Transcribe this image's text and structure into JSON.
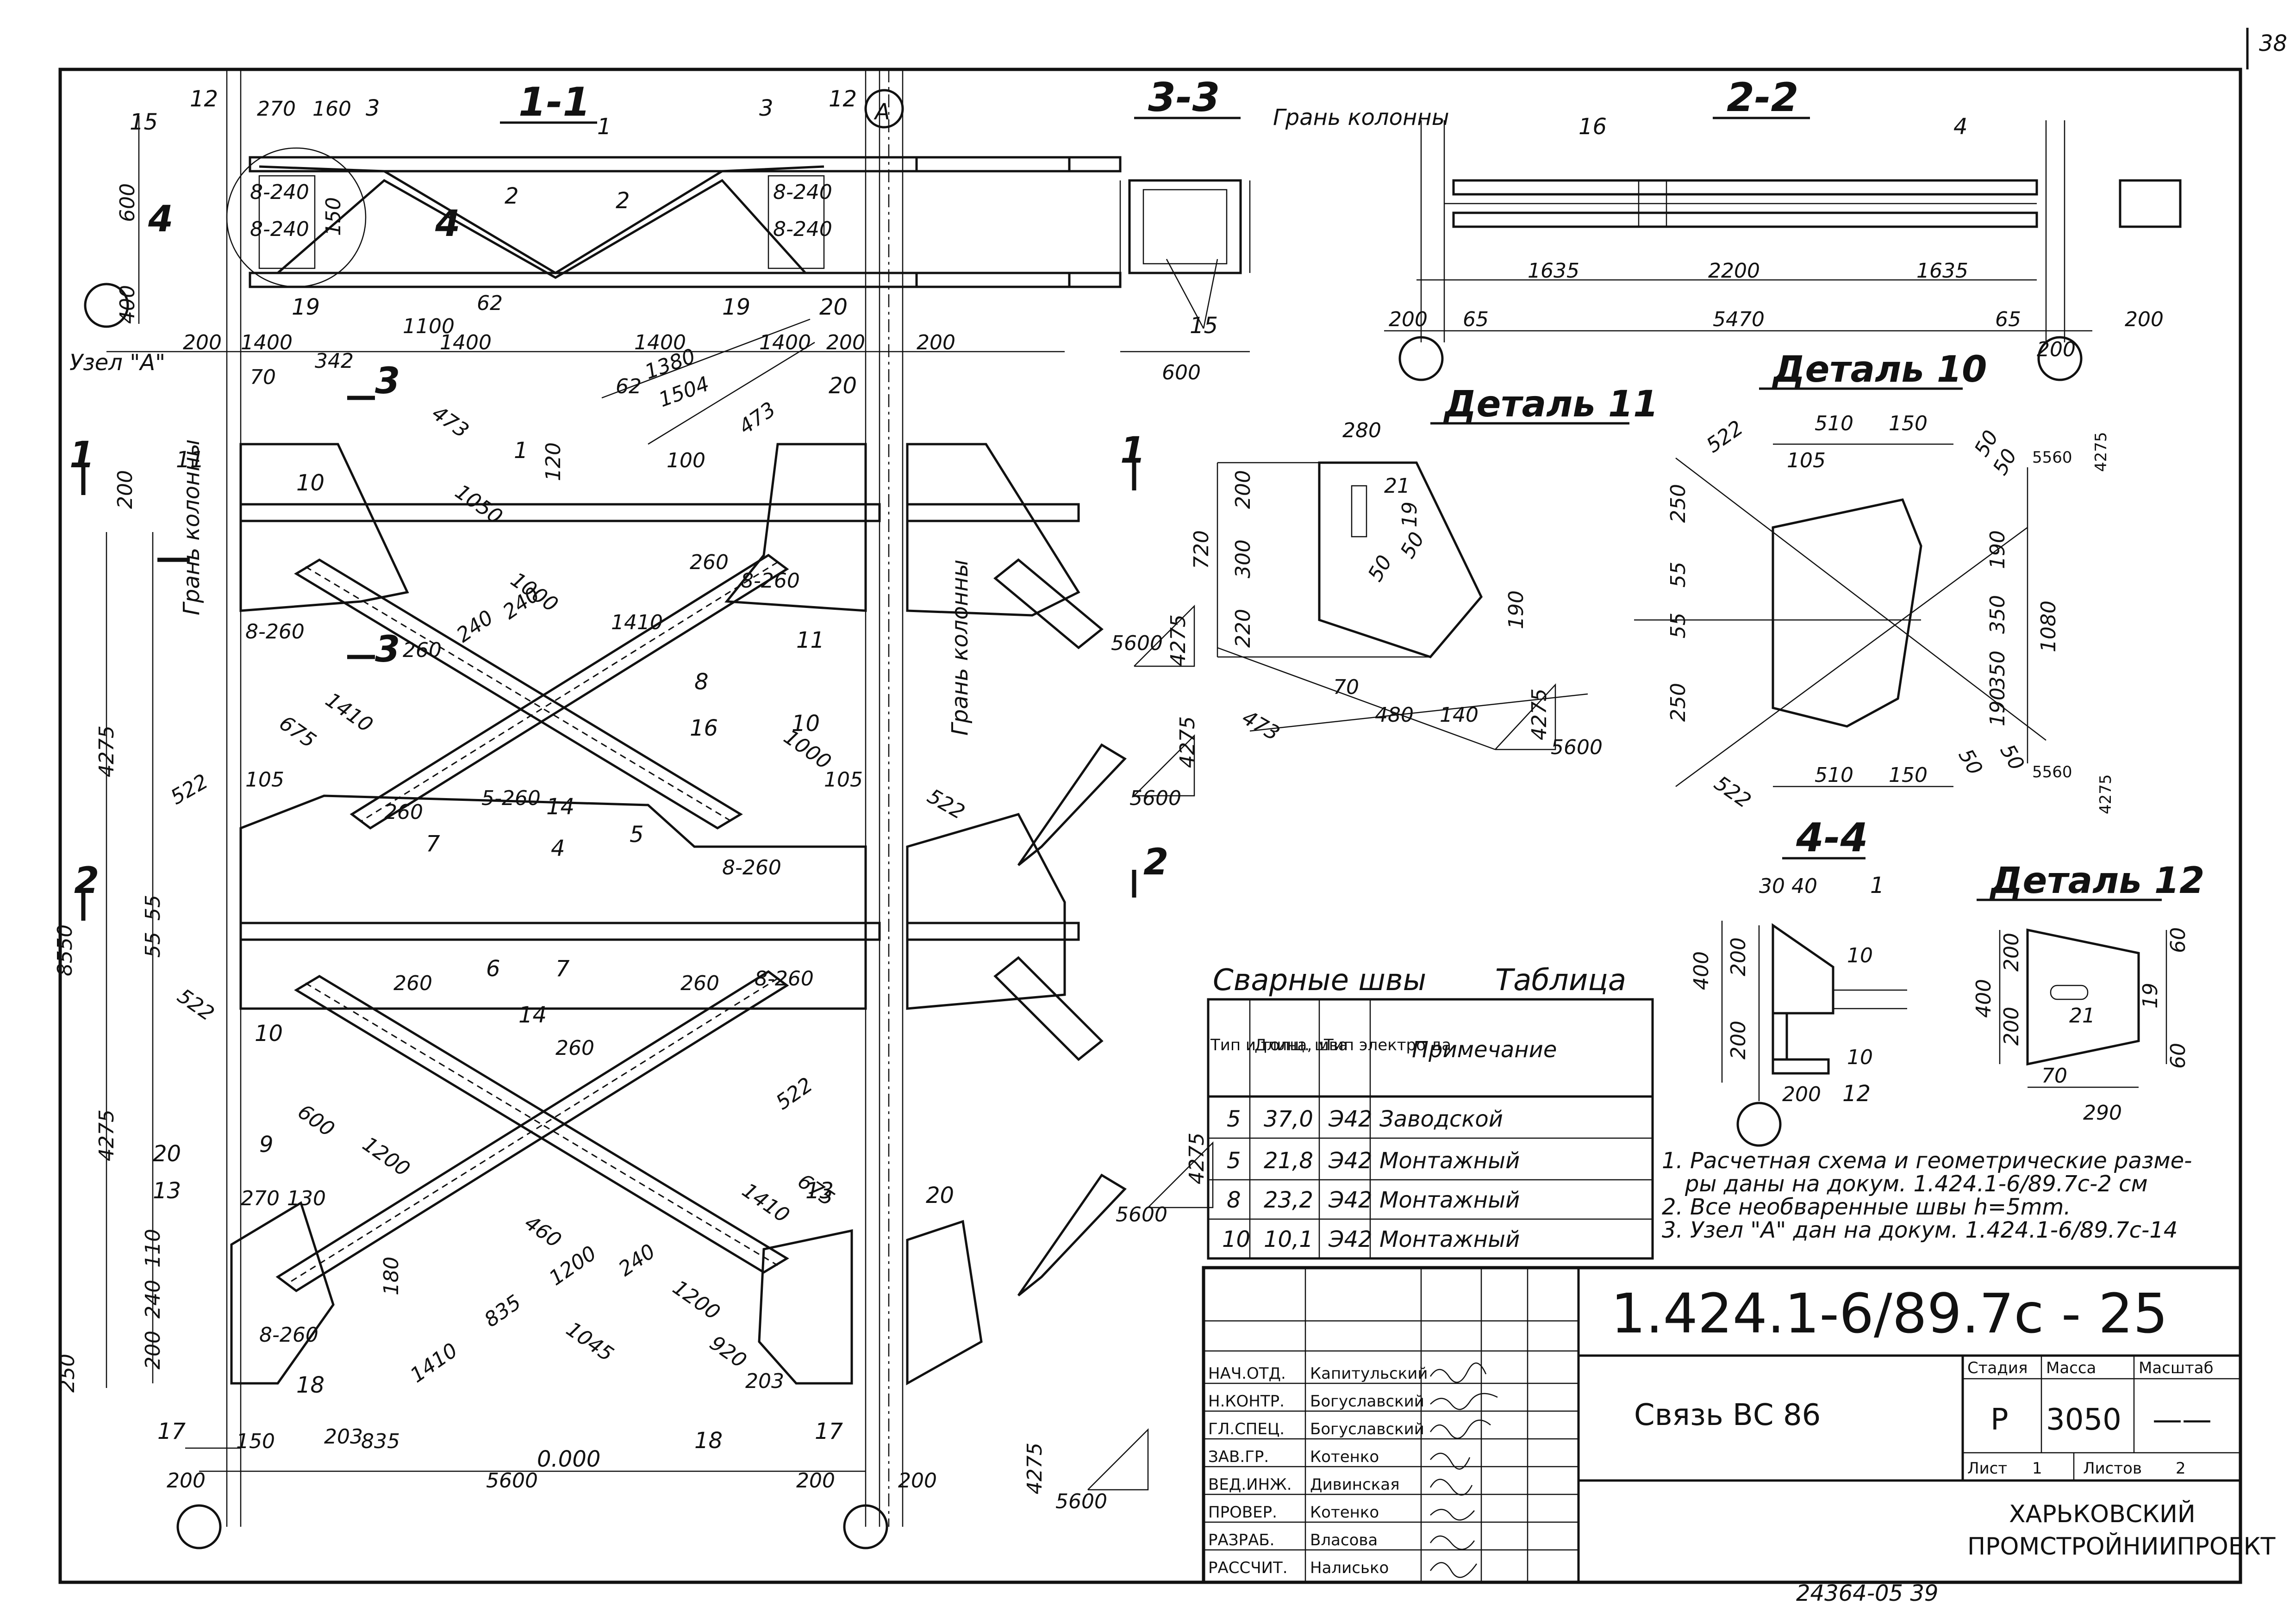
{
  "sheet_number_corner": "38",
  "footer_number": "24364-05  39",
  "views": {
    "section_1_1": "1-1",
    "section_2_2": "2-2",
    "section_3_3": "3-3",
    "section_4_4": "4-4",
    "detail_10": "Деталь 10",
    "detail_11": "Деталь 11",
    "detail_12": "Деталь 12",
    "axis_letter": "А",
    "node_label": "Узел \"А\"",
    "column_face": "Грань колонны",
    "elevation_zero": "0.000"
  },
  "marks": {
    "cut_1": "1",
    "cut_2": "2",
    "cut_3": "3",
    "cut_4": "4",
    "m1": "1",
    "m2": "2",
    "m3": "3",
    "m4": "4",
    "m5": "5",
    "m6": "6",
    "m7": "7",
    "m8": "8",
    "m9": "9",
    "m10": "10",
    "m11": "11",
    "m12": "12",
    "m13": "13",
    "m14": "14",
    "m15": "15",
    "m16": "16",
    "m17": "17",
    "m18": "18",
    "m19": "19",
    "m20": "20"
  },
  "dimensions": {
    "d270": "270",
    "d160": "160",
    "d600": "600",
    "d400": "400",
    "d200": "200",
    "d1400": "1400",
    "d342": "342",
    "d150": "150",
    "d1100": "1100",
    "d62": "62",
    "d1380": "1380",
    "d1504": "1504",
    "d70": "70",
    "d473": "473",
    "d1050": "1050",
    "d120": "120",
    "d100": "100",
    "d4275": "4275",
    "d8550": "8550",
    "d5600": "5600",
    "d522": "522",
    "d105": "105",
    "d55": "55",
    "d675": "675",
    "d1410": "1410",
    "d1000": "1000",
    "d260": "260",
    "d240": "240",
    "d1200": "1200",
    "d460": "460",
    "d835": "835",
    "d1045": "1045",
    "d920": "920",
    "d203": "203",
    "d250": "250",
    "d130": "130",
    "d110": "110",
    "d180": "180",
    "d1635": "1635",
    "d2200": "2200",
    "d5470": "5470",
    "d65": "65",
    "d280": "280",
    "d720": "720",
    "d300": "300",
    "d220": "220",
    "d21": "21",
    "d19": "19",
    "d50": "50",
    "d190": "190",
    "d480": "480",
    "d140": "140",
    "d510": "510",
    "d350": "350",
    "d1080": "1080",
    "d30": "30",
    "d40": "40",
    "d10": "10",
    "d60": "60",
    "d290": "290",
    "d5560": "5560",
    "w8_240": "8-240",
    "w8_260": "8-260",
    "w5_260": "5-260",
    "w4": "4"
  },
  "weld_table": {
    "title": "Сварные швы",
    "table_word": "Таблица",
    "headers": [
      "Тип и толщ. шва",
      "Длина, м",
      "Тип электро да",
      "Примечание"
    ],
    "rows": [
      {
        "type": "5",
        "length": "37,0",
        "electrode": "Э42",
        "note": "Заводской"
      },
      {
        "type": "5",
        "length": "21,8",
        "electrode": "Э42",
        "note": "Монтажный"
      },
      {
        "type": "8",
        "length": "23,2",
        "electrode": "Э42",
        "note": "Монтажный"
      },
      {
        "type": "10",
        "length": "10,1",
        "electrode": "Э42",
        "note": "Монтажный"
      }
    ]
  },
  "notes": [
    "1. Расчетная схема и геометрические разме-",
    "ры даны на докум. 1.424.1-6/89.7с-2 см",
    "2. Все необваренные швы h=5mm.",
    "3. Узел \"А\" дан на докум. 1.424.1-6/89.7с-14"
  ],
  "title_block": {
    "document_code": "1.424.1-6/89.7с - 25",
    "drawing_title": "Связь ВС 86",
    "stage_label": "Стадия",
    "stage_value": "Р",
    "mass_label": "Масса",
    "mass_value": "3050",
    "scale_label": "Масштаб",
    "scale_value": "——",
    "sheet_label": "Лист",
    "sheet_value": "1",
    "sheets_label": "Листов",
    "sheets_value": "2",
    "organization_line1": "ХАРЬКОВСКИЙ",
    "organization_line2": "ПРОМСТРОЙНИИПРОЕКТ",
    "staff": [
      {
        "role": "НАЧ.ОТД.",
        "name": "Капитульский"
      },
      {
        "role": "Н.КОНТР.",
        "name": "Богуславский"
      },
      {
        "role": "ГЛ.СПЕЦ.",
        "name": "Богуславский"
      },
      {
        "role": "ЗАВ.ГР.",
        "name": "Котенко"
      },
      {
        "role": "ВЕД.ИНЖ.",
        "name": "Дивинская"
      },
      {
        "role": "ПРОВЕР.",
        "name": "Котенко"
      },
      {
        "role": "РАЗРАБ.",
        "name": "Власова"
      },
      {
        "role": "РАССЧИТ.",
        "name": "Налисько"
      }
    ]
  }
}
